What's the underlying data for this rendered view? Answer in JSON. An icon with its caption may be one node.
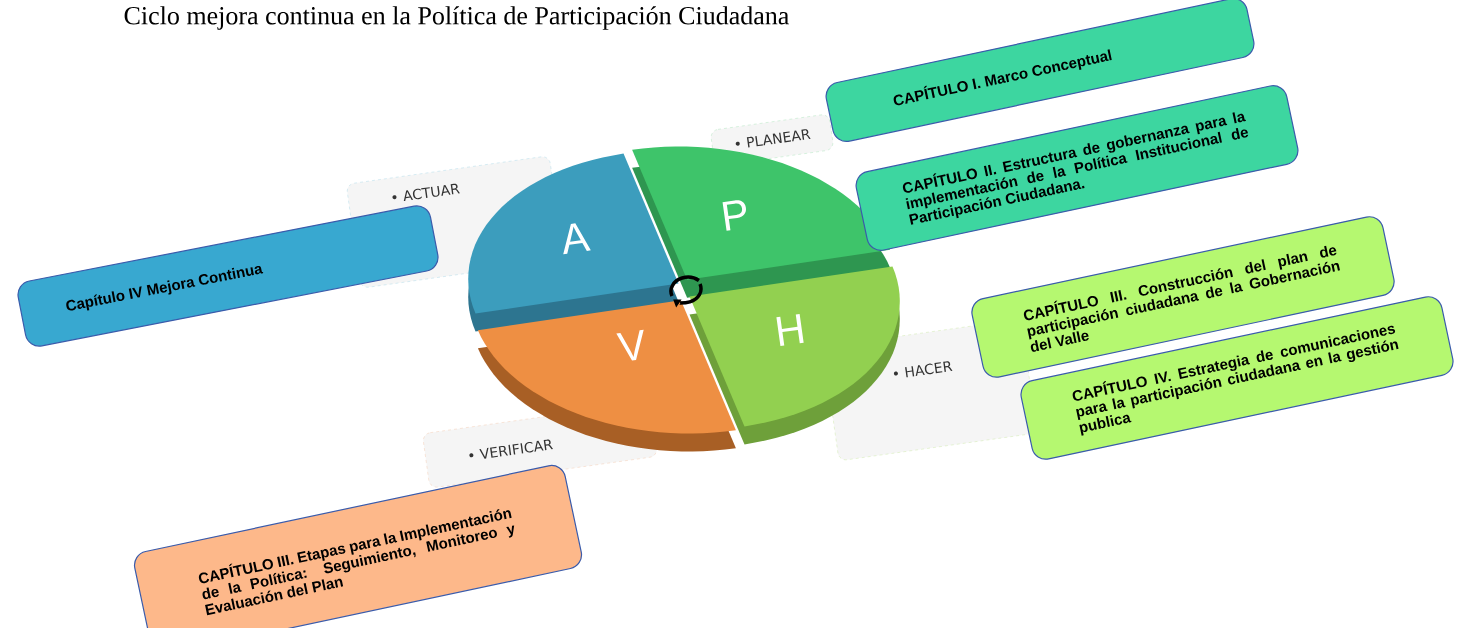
{
  "diagram": {
    "title": "Ciclo mejora continua en la Política de Participación Ciudadana",
    "nodes": [
      {
        "text": [
          "CAPÍTULO I. Marco Conceptual"
        ]
      },
      {
        "text": [
          "CAPÍTULO II. Estructura de gobernanza para la implementación de la Política Institucional de Participación Ciudadana."
        ]
      },
      {
        "text": [
          "• ACTUAR"
        ]
      },
      {
        "text": [
          "• PLANEAR"
        ]
      },
      {
        "text": [
          "A"
        ]
      },
      {
        "text": [
          "P"
        ]
      },
      {
        "text": [
          "Capítulo IV Mejora Continua"
        ]
      },
      {
        "text": [
          "H"
        ]
      },
      {
        "text": [
          "V"
        ]
      },
      {
        "text": [
          "CAPÍTULO III. Construcción del plan de participación ciudadana de la Gobernación del Valle"
        ]
      },
      {
        "text": [
          "• HACER"
        ]
      },
      {
        "text": [
          "CAPÍTULO IV. Estrategia de comunicaciones para la participación ciudadana en la gestión publica"
        ]
      },
      {
        "text": [
          "• VERIFICAR"
        ]
      },
      {
        "text": [
          "CAPÍTULO III. Etapas para la Implementación de la Política: Seguimiento, Monitoreo y Evaluación del Plan"
        ]
      }
    ]
  }
}
